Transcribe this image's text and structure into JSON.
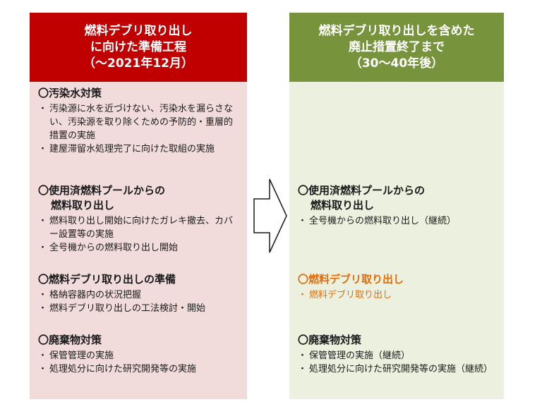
{
  "left_panel": {
    "header_lines": [
      "燃料デブリ取り出し",
      "に向けた準備工程",
      "（～2021年12月）"
    ],
    "sections": [
      {
        "title_lines": [
          "〇汚染水対策"
        ],
        "bullets": [
          "汚染源に水を近づけない、汚染水を漏らさない、汚染源を取り除くための予防的・重層的措置の実施",
          "建屋滞留水処理完了に向けた取組の実施"
        ]
      },
      {
        "title_lines": [
          "〇使用済燃料プールからの",
          "燃料取り出し"
        ],
        "bullets": [
          "燃料取り出し開始に向けたガレキ撤去、カバー設置等の実施",
          "全号機からの燃料取り出し開始"
        ]
      },
      {
        "title_lines": [
          "〇燃料デブリ取り出しの準備"
        ],
        "bullets": [
          "格納容器内の状況把握",
          "燃料デブリ取り出しの工法検討・開始"
        ]
      },
      {
        "title_lines": [
          "〇廃棄物対策"
        ],
        "bullets": [
          "保管管理の実施",
          "処理処分に向けた研究開発等の実施"
        ]
      }
    ]
  },
  "right_panel": {
    "header_lines": [
      "燃料デブリ取り出しを含めた",
      "廃止措置終了まで",
      "（30～40年後）"
    ],
    "sections": [
      {
        "title_lines": [
          "〇使用済燃料プールからの",
          "燃料取り出し"
        ],
        "bullets": [
          "全号機からの燃料取り出し（継続）"
        ]
      },
      {
        "title_lines": [
          "〇燃料デブリ取り出し"
        ],
        "bullets": [
          "燃料デブリ取り出し"
        ]
      },
      {
        "title_lines": [
          "〇廃棄物対策"
        ],
        "bullets": [
          "保管管理の実施（継続）",
          "処理処分に向けた研究開発等の実施（継続）"
        ]
      }
    ]
  },
  "colors": {
    "left_header": "#c00000",
    "left_body": "#f2dcdb",
    "right_header": "#77933c",
    "right_body": "#ebf1de",
    "highlight": "#e46c0a"
  },
  "icons": {
    "transition_arrow": "right-arrow-outline-icon"
  }
}
